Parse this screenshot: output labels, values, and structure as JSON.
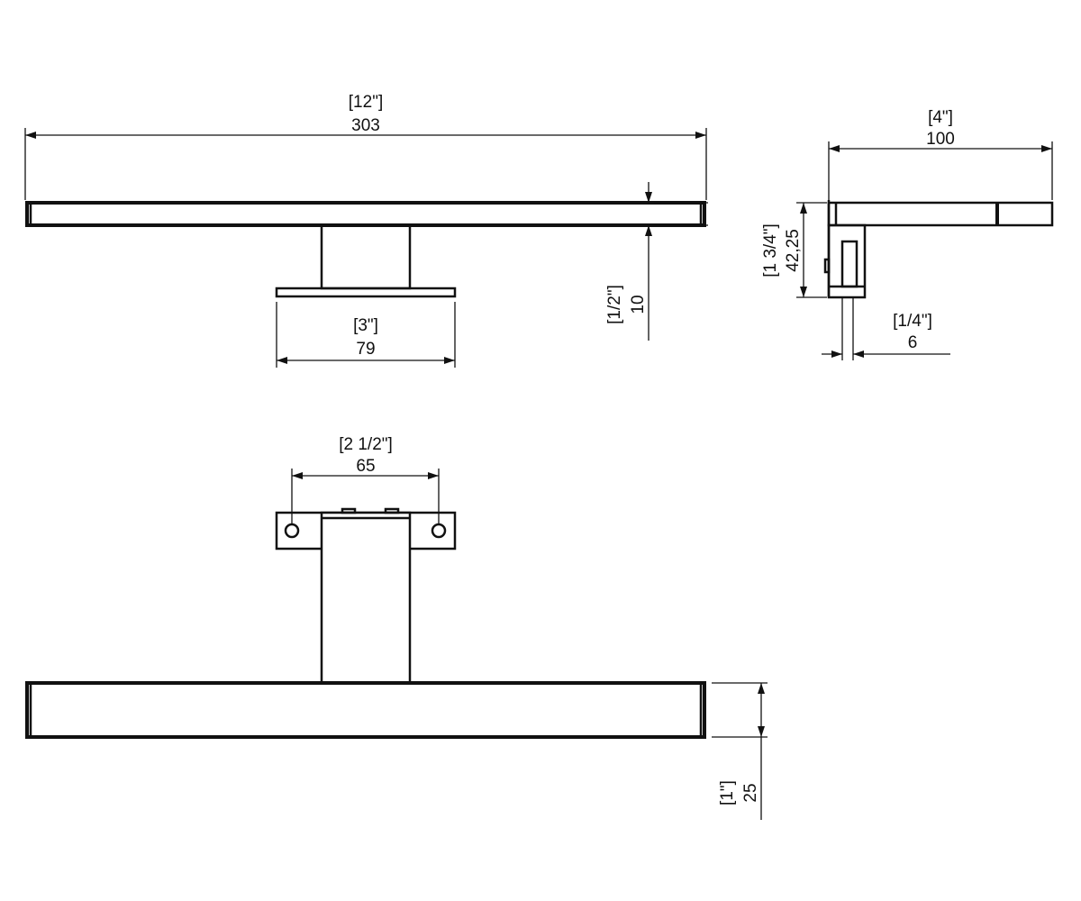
{
  "dimensions": {
    "length": {
      "inch": "[12\"]",
      "mm": "303"
    },
    "base_width": {
      "inch": "[3\"]",
      "mm": "79"
    },
    "thickness": {
      "inch": "[1/2\"]",
      "mm": "10"
    },
    "depth": {
      "inch": "[4\"]",
      "mm": "100"
    },
    "height": {
      "inch": "[1 3/4\"]",
      "mm": "42,25"
    },
    "wall_gap": {
      "inch": "[1/4\"]",
      "mm": "6"
    },
    "hole_span": {
      "inch": "[2 1/2\"]",
      "mm": "65"
    },
    "bar_width": {
      "inch": "[1\"]",
      "mm": "25"
    }
  }
}
